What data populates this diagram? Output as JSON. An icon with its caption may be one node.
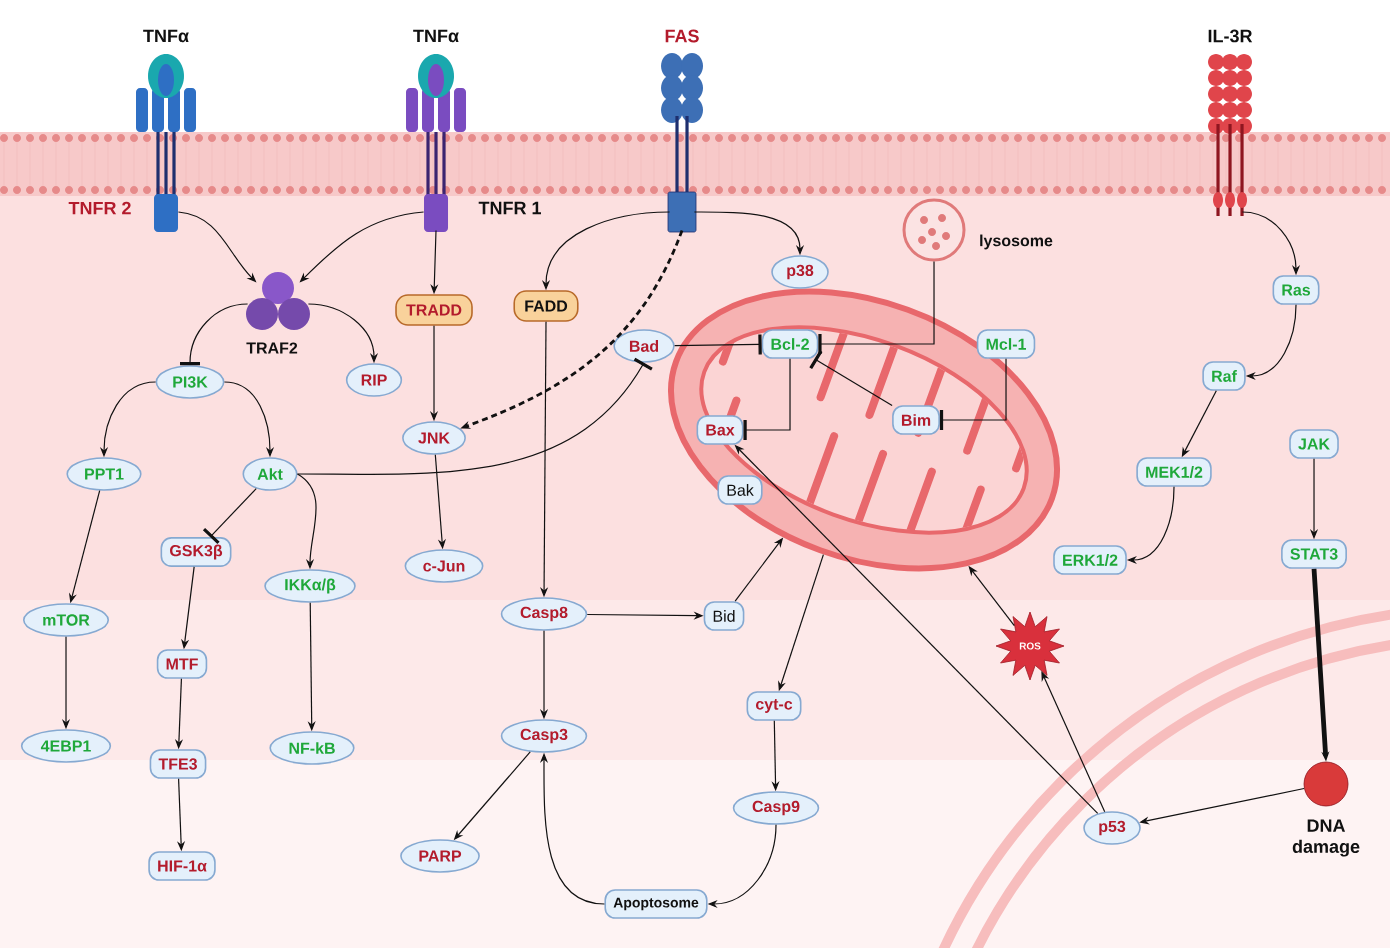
{
  "diagram": {
    "nodes": [
      {
        "text": [
          "TNFα",
          "TNFR 2"
        ]
      },
      {
        "text": [
          "TNFα",
          "TNFR 1"
        ]
      },
      {
        "text": [
          "FAS"
        ]
      },
      {
        "text": [
          "IL-3R"
        ]
      },
      {
        "text": [
          "TRAF2"
        ]
      },
      {
        "text": [
          "TRADD"
        ]
      },
      {
        "text": [
          "FADD"
        ]
      },
      {
        "text": [
          "p38"
        ]
      },
      {
        "text": [
          "lysosome"
        ]
      },
      {
        "text": [
          "RIP"
        ]
      },
      {
        "text": [
          "PI3K"
        ]
      },
      {
        "text": [
          "JNK"
        ]
      },
      {
        "text": [
          "Bad"
        ]
      },
      {
        "text": [
          "Bcl-2"
        ],
        "in": 19
      },
      {
        "text": [
          "Mcl-1"
        ]
      },
      {
        "text": [
          "Ras"
        ]
      },
      {
        "text": [
          "Bim"
        ],
        "in": 19
      },
      {
        "text": [
          "Bax"
        ],
        "in": 19
      },
      {
        "text": [
          "Bak"
        ],
        "in": 19
      },
      {
        "text": [],
        "shape": "picture"
      },
      {
        "text": [
          "Raf"
        ]
      },
      {
        "text": [
          "JAK"
        ]
      },
      {
        "text": [
          "PPT1"
        ]
      },
      {
        "text": [
          "Akt"
        ]
      },
      {
        "text": [
          "c-Jun"
        ]
      },
      {
        "text": [
          "GSK3β"
        ]
      },
      {
        "text": [
          "IKKα/β"
        ]
      },
      {
        "text": [
          "MEK1/2"
        ]
      },
      {
        "text": [
          "ERK1/2"
        ]
      },
      {
        "text": [
          "STAT3"
        ]
      },
      {
        "text": [
          "mTOR"
        ]
      },
      {
        "text": [
          "MTF"
        ]
      },
      {
        "text": [
          "Casp8"
        ]
      },
      {
        "text": [
          "Bid"
        ]
      },
      {
        "text": [
          "4EBP1"
        ]
      },
      {
        "text": [
          "TFE3"
        ]
      },
      {
        "text": [
          "NF-kB"
        ]
      },
      {
        "text": [
          "cyt-c"
        ]
      },
      {
        "text": [
          "Casp3"
        ]
      },
      {
        "text": [
          "ROS"
        ]
      },
      {
        "text": [
          "HIF-1α"
        ]
      },
      {
        "text": [
          "PARP"
        ]
      },
      {
        "text": [
          "Casp9"
        ]
      },
      {
        "text": [
          "DNA damage"
        ]
      },
      {
        "text": [
          "p53"
        ]
      },
      {
        "text": [
          "Apoptosome"
        ]
      }
    ],
    "edges": [
      {
        "from": 0,
        "to": 4,
        "arrow": "to"
      },
      {
        "from": 1,
        "to": 4,
        "arrow": "to"
      },
      {
        "from": 4,
        "to": 10,
        "arrow": "other"
      },
      {
        "from": 4,
        "to": 9,
        "arrow": "to"
      },
      {
        "from": 1,
        "to": 5,
        "arrow": "to"
      },
      {
        "from": 5,
        "to": 11,
        "arrow": "to"
      },
      {
        "from": 2,
        "to": 11,
        "arrow": "to",
        "style": "dashed"
      },
      {
        "from": 2,
        "to": 6,
        "arrow": "to"
      },
      {
        "from": 2,
        "to": 7,
        "arrow": "to"
      },
      {
        "from": 8,
        "to": 13,
        "arrow": "other"
      },
      {
        "from": 12,
        "to": 13,
        "arrow": "other"
      },
      {
        "from": 23,
        "to": 12,
        "arrow": "other"
      },
      {
        "from": 16,
        "to": 13,
        "arrow": "other"
      },
      {
        "from": 14,
        "to": 16,
        "arrow": "other"
      },
      {
        "from": 13,
        "to": 17,
        "arrow": "other"
      },
      {
        "from": 10,
        "to": 22,
        "arrow": "to"
      },
      {
        "from": 10,
        "to": 23,
        "arrow": "to"
      },
      {
        "from": 23,
        "to": 25,
        "arrow": "other"
      },
      {
        "from": 23,
        "to": 26,
        "arrow": "to"
      },
      {
        "from": 22,
        "to": 30,
        "arrow": "to"
      },
      {
        "from": 30,
        "to": 34,
        "arrow": "to"
      },
      {
        "from": 25,
        "to": 31,
        "arrow": "to"
      },
      {
        "from": 31,
        "to": 35,
        "arrow": "to"
      },
      {
        "from": 35,
        "to": 40,
        "arrow": "to"
      },
      {
        "from": 26,
        "to": 36,
        "arrow": "to"
      },
      {
        "from": 11,
        "to": 24,
        "arrow": "to"
      },
      {
        "from": 6,
        "to": 32,
        "arrow": "to"
      },
      {
        "from": 32,
        "to": 33,
        "arrow": "to"
      },
      {
        "from": 32,
        "to": 38,
        "arrow": "to"
      },
      {
        "from": 33,
        "to": 19,
        "arrow": "to"
      },
      {
        "from": 19,
        "to": 37,
        "arrow": "to"
      },
      {
        "from": 37,
        "to": 42,
        "arrow": "to"
      },
      {
        "from": 42,
        "to": 45,
        "arrow": "to"
      },
      {
        "from": 45,
        "to": 38,
        "arrow": "to"
      },
      {
        "from": 38,
        "to": 41,
        "arrow": "to"
      },
      {
        "from": 3,
        "to": 15,
        "arrow": "to"
      },
      {
        "from": 15,
        "to": 20,
        "arrow": "to"
      },
      {
        "from": 20,
        "to": 27,
        "arrow": "to"
      },
      {
        "from": 27,
        "to": 28,
        "arrow": "to"
      },
      {
        "from": 21,
        "to": 29,
        "arrow": "to"
      },
      {
        "from": 29,
        "to": 43,
        "arrow": "to",
        "style": "thick"
      },
      {
        "from": 43,
        "to": 44,
        "arrow": "to"
      },
      {
        "from": 44,
        "to": 39,
        "arrow": "to"
      },
      {
        "from": 39,
        "to": 19,
        "arrow": "to"
      },
      {
        "from": 44,
        "to": 17,
        "arrow": "to"
      }
    ]
  }
}
